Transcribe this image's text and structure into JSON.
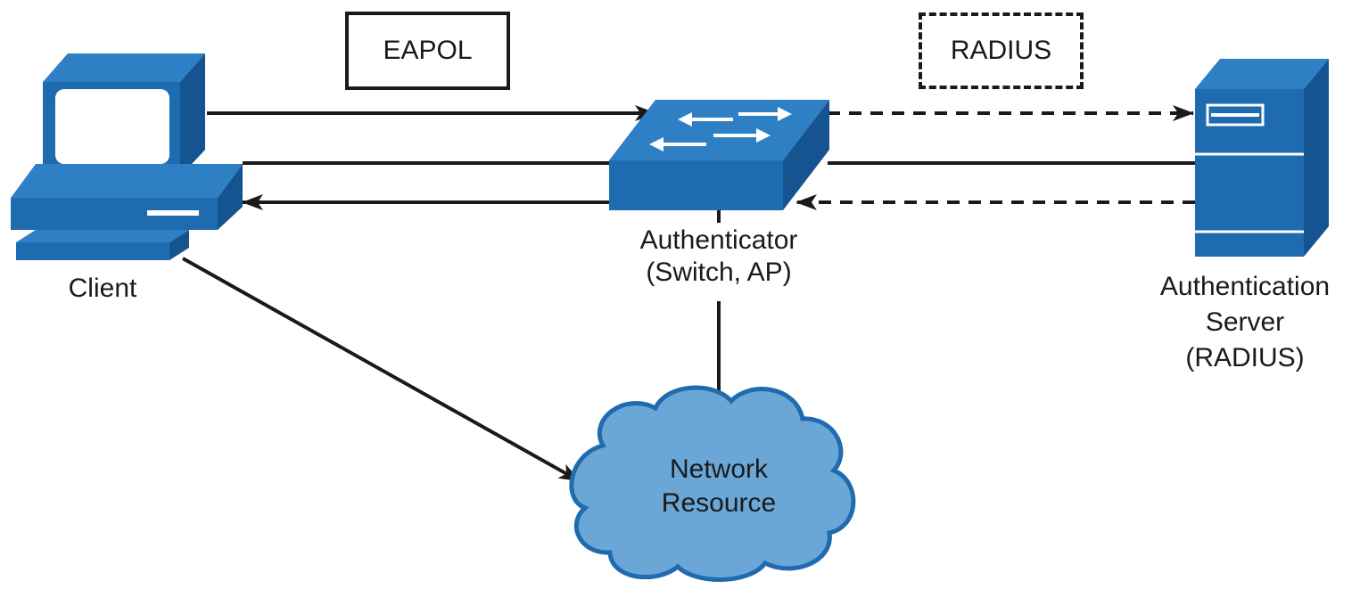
{
  "protocols": {
    "eapol": "EAPOL",
    "radius": "RADIUS"
  },
  "nodes": {
    "client": {
      "label": "Client",
      "icon": "desktop-computer-icon"
    },
    "authenticator": {
      "line1": "Authenticator",
      "line2": "(Switch, AP)",
      "icon": "network-switch-icon"
    },
    "server": {
      "line1": "Authentication",
      "line2": "Server",
      "line3": "(RADIUS)",
      "icon": "server-tower-icon"
    },
    "network": {
      "line1": "Network",
      "line2": "Resource",
      "icon": "cloud-icon"
    }
  },
  "colors": {
    "device_blue": "#1f6bb0",
    "device_dark": "#155491",
    "device_light": "#2f7fc4",
    "cloud_fill": "#6aa6d6",
    "cloud_stroke": "#1f6bb0",
    "line": "#1a1a1a"
  }
}
